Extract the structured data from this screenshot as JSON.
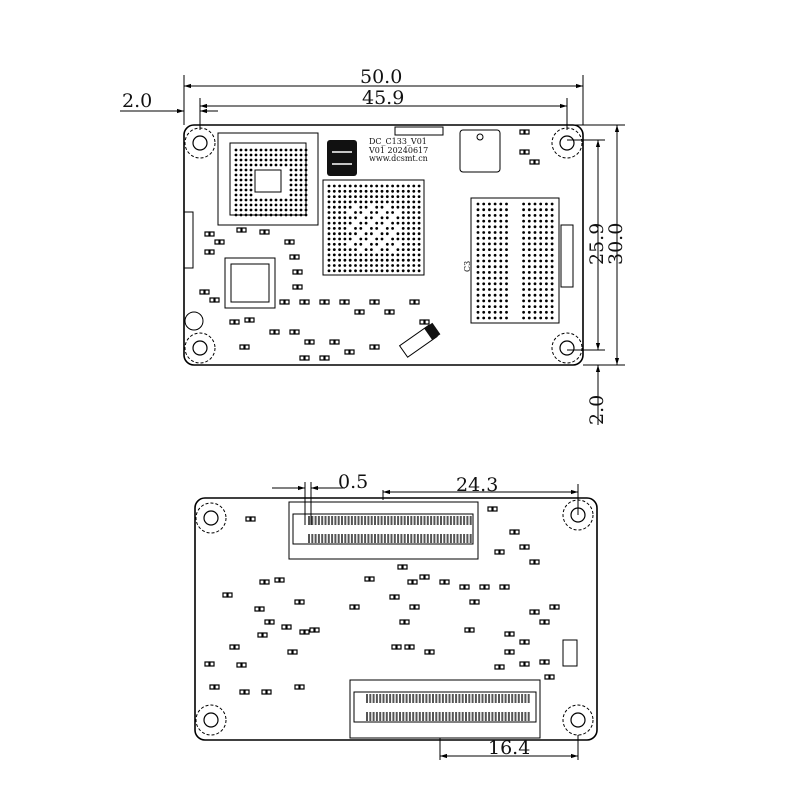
{
  "top_view": {
    "silkscreen": {
      "board_name": "DC_C133_V01",
      "version_date": "V01 20240617",
      "website": "www.dcsmt.cn",
      "ref": "C3"
    },
    "dimensions": {
      "overall_width": "50.0",
      "hole_spacing_width": "45.9",
      "hole_offset_left": "2.0",
      "hole_spacing_height": "25.9",
      "overall_height": "30.0",
      "hole_offset_bottom": "2.0"
    }
  },
  "bottom_view": {
    "dimensions": {
      "connector_pitch": "0.5",
      "connector_offset_top": "24.3",
      "connector_offset_bottom": "16.4"
    }
  },
  "colors": {
    "line": "#000000",
    "background": "#ffffff"
  }
}
